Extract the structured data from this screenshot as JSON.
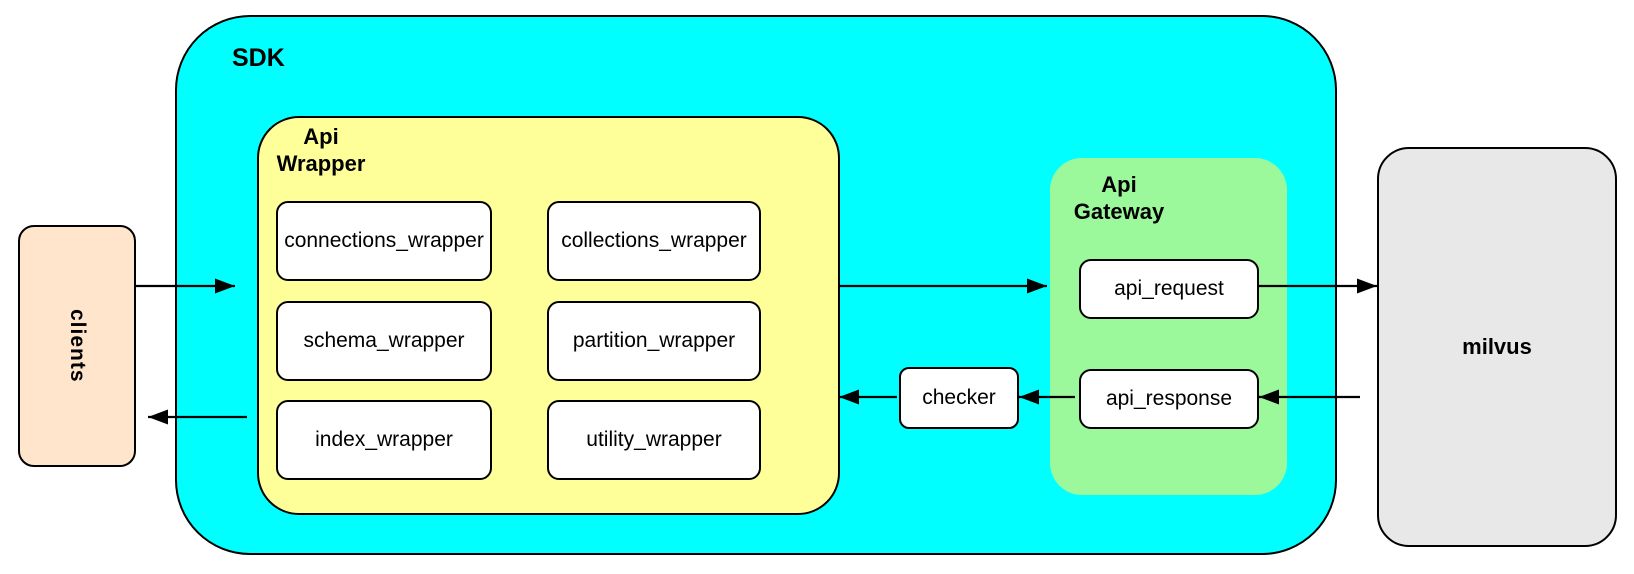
{
  "sdk": {
    "label": "SDK"
  },
  "clients": {
    "label": "clients"
  },
  "api_wrapper": {
    "label": "Api Wrapper",
    "nodes": [
      "connections_wrapper",
      "collections_wrapper",
      "schema_wrapper",
      "partition_wrapper",
      "index_wrapper",
      "utility_wrapper"
    ]
  },
  "api_gateway": {
    "label": "Api Gateway",
    "nodes": [
      "api_request",
      "api_response"
    ]
  },
  "checker": {
    "label": "checker"
  },
  "milvus": {
    "label": "milvus"
  },
  "colors": {
    "sdk_fill": "#00ffff",
    "api_wrapper_fill": "#ffff99",
    "api_gateway_fill": "#9bf89b",
    "clients_fill": "#ffe5cc",
    "milvus_fill": "#e8e8e8",
    "node_fill": "#ffffff",
    "border": "#000000"
  }
}
